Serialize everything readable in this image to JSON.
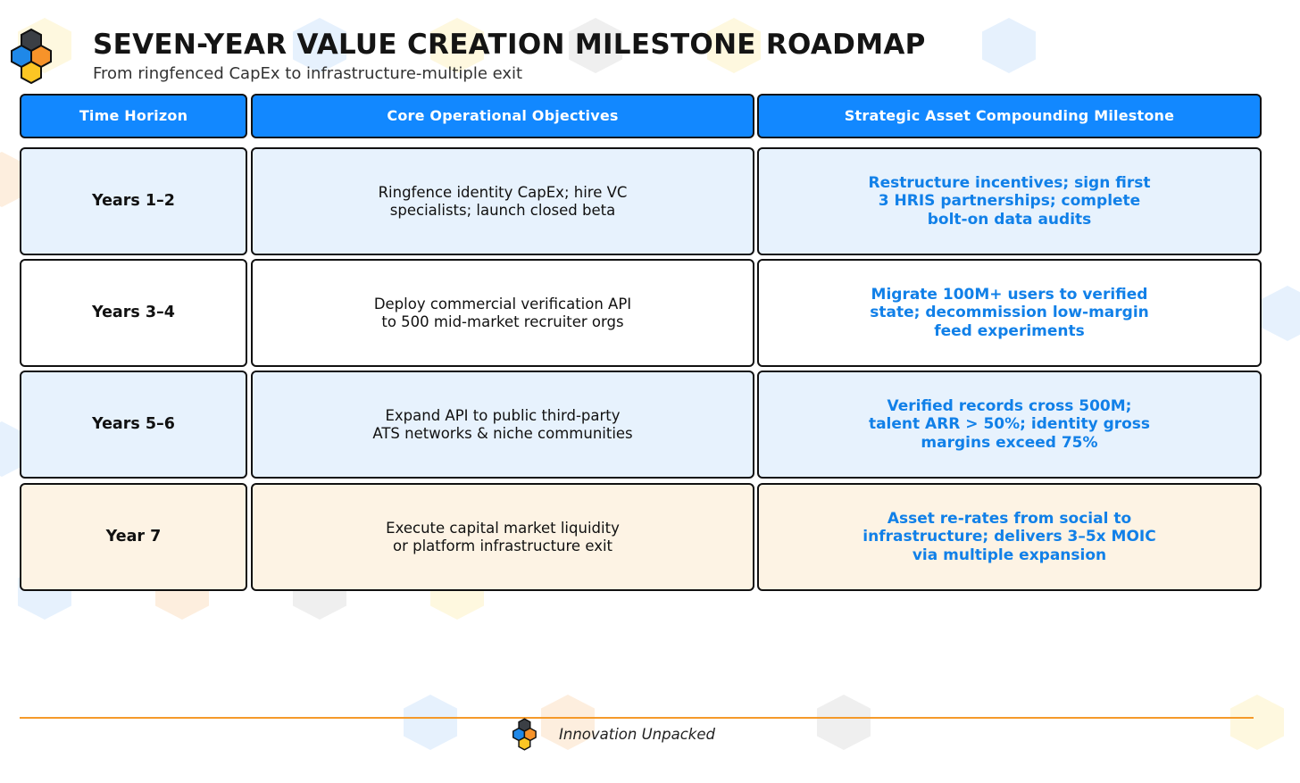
{
  "header": {
    "title": "SEVEN-YEAR VALUE CREATION MILESTONE ROADMAP",
    "subtitle": "From ringfenced CapEx to infrastructure-multiple exit",
    "logo_icon": "hexagon-cluster-logo-icon"
  },
  "colors": {
    "header_blue": "#1288ff",
    "milestone_text": "#1180e8",
    "row_blue": "#e7f2fd",
    "row_orange": "#fdf3e4",
    "footer_line": "#f59a2a"
  },
  "table": {
    "columns": [
      "Time Horizon",
      "Core Operational Objectives",
      "Strategic Asset Compounding Milestone"
    ],
    "rows": [
      {
        "time": "Years 1–2",
        "objective": [
          "Ringfence identity CapEx; hire VC",
          "specialists; launch closed beta"
        ],
        "milestone": [
          "Restructure incentives; sign first",
          "3 HRIS partnerships; complete",
          "bolt-on data audits"
        ]
      },
      {
        "time": "Years 3–4",
        "objective": [
          "Deploy commercial verification API",
          "to 500 mid-market recruiter orgs"
        ],
        "milestone": [
          "Migrate 100M+ users to verified",
          "state; decommission low-margin",
          "feed experiments"
        ]
      },
      {
        "time": "Years 5–6",
        "objective": [
          "Expand API to public third-party",
          "ATS networks & niche communities"
        ],
        "milestone": [
          "Verified records cross 500M;",
          "talent ARR > 50%; identity gross",
          "margins exceed 75%"
        ]
      },
      {
        "time": "Year 7",
        "objective": [
          "Execute capital market liquidity",
          "or platform infrastructure exit"
        ],
        "milestone": [
          "Asset re-rates from social to",
          "infrastructure; delivers 3–5x MOIC",
          "via multiple expansion"
        ]
      }
    ]
  },
  "footer": {
    "brand": "Innovation Unpacked",
    "logo_icon": "hexagon-cluster-logo-icon"
  }
}
